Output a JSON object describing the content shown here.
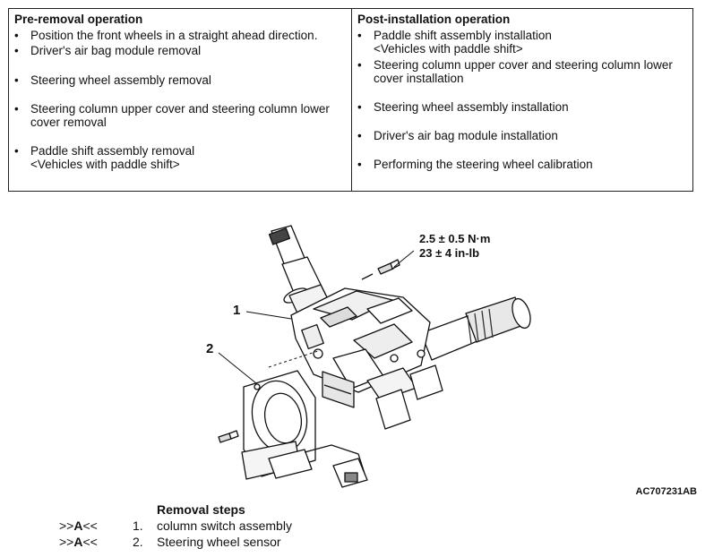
{
  "pre_removal": {
    "heading": "Pre-removal operation",
    "items": [
      "Position the front wheels in a straight ahead direction.",
      "Driver's air bag module removal",
      "Steering wheel assembly removal",
      "Steering column upper cover and steering column lower\ncover removal",
      "Paddle shift assembly removal\n<Vehicles with paddle shift>"
    ]
  },
  "post_installation": {
    "heading": "Post-installation operation",
    "items": [
      "Paddle shift assembly installation\n<Vehicles with paddle shift>",
      "Steering column upper cover and steering column lower\ncover installation",
      "Steering wheel assembly installation",
      "Driver's air bag module installation",
      "Performing the steering wheel calibration"
    ]
  },
  "figure": {
    "torque_line1": "2.5 ± 0.5 N·m",
    "torque_line2": "23 ± 4 in-lb",
    "callout_1": "1",
    "callout_2": "2",
    "code": "AC707231AB"
  },
  "removal_steps": {
    "title": "Removal steps",
    "steps": [
      {
        "marker_pre": ">>",
        "marker_letter": "A",
        "marker_post": "<<",
        "number": "1.",
        "label": "column switch assembly"
      },
      {
        "marker_pre": ">>",
        "marker_letter": "A",
        "marker_post": "<<",
        "number": "2.",
        "label": "Steering wheel sensor"
      }
    ]
  },
  "bullet": "•"
}
